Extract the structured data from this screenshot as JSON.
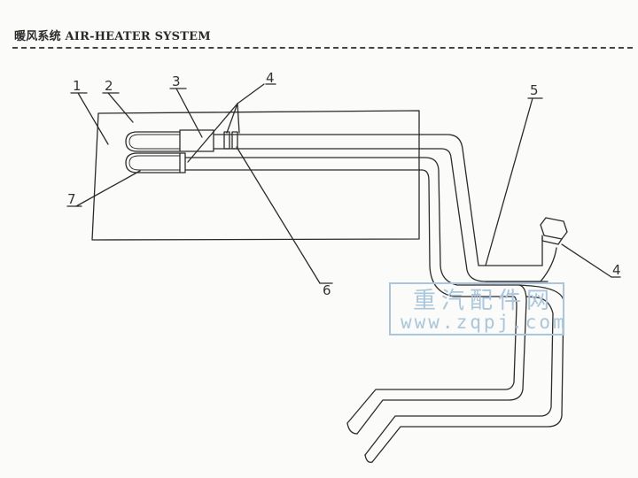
{
  "header": {
    "title": "暖风系统 AIR-HEATER SYSTEM"
  },
  "callouts": [
    {
      "id": "1",
      "label": "1"
    },
    {
      "id": "2",
      "label": "2"
    },
    {
      "id": "3",
      "label": "3"
    },
    {
      "id": "4a",
      "label": "4"
    },
    {
      "id": "5",
      "label": "5"
    },
    {
      "id": "4b",
      "label": "4"
    },
    {
      "id": "6",
      "label": "6"
    },
    {
      "id": "7",
      "label": "7"
    }
  ],
  "watermark": {
    "chinese": "重汽配件网",
    "url": "www.zqpj.com",
    "color": "#a9c6dc"
  },
  "colors": {
    "line": "#2b2b2b",
    "paper": "#fbfbf9"
  }
}
